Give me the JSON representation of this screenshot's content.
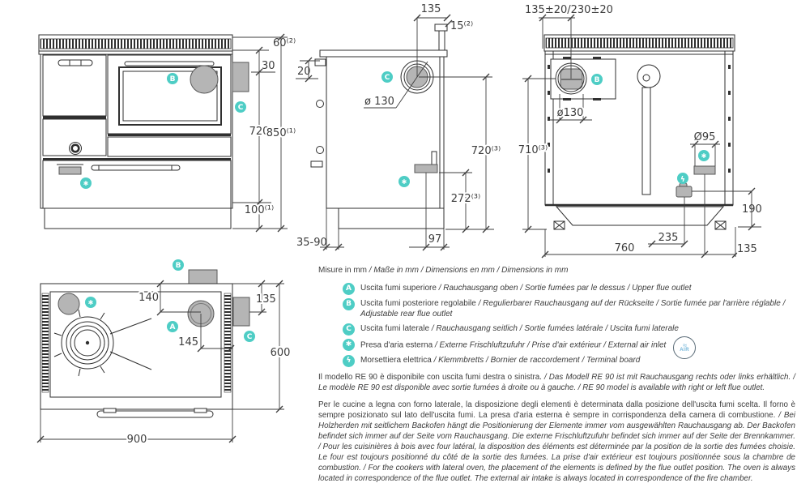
{
  "colors": {
    "badge": "#4ecdc5",
    "gray_fill": "#b5b5b5",
    "line": "#2f2f2f",
    "text": "#3c3c3c",
    "logo_blue": "#6fb3d8"
  },
  "badges": {
    "a": "A",
    "b": "B",
    "c": "C",
    "star": "✱",
    "bolt": "ϟ"
  },
  "views": {
    "front": {
      "dims": {
        "h60": "60⁽²⁾",
        "h30": "30",
        "h720": "720",
        "h850": "850⁽¹⁾",
        "h100": "100⁽¹⁾"
      }
    },
    "side": {
      "dims": {
        "w135": "135",
        "t15": "15⁽²⁾",
        "o20": "20",
        "flue": "ø 130",
        "h720": "720⁽³⁾",
        "h272": "272⁽³⁾",
        "recess": "35-90",
        "w97": "97"
      }
    },
    "back": {
      "dims": {
        "offset": "135±20/230±20",
        "flue": "ø130",
        "h710": "710⁽³⁾",
        "air": "Ø95",
        "h190": "190",
        "w235": "235",
        "w760": "760",
        "w135": "135"
      }
    },
    "top": {
      "dims": {
        "d140": "140",
        "d135": "135",
        "d145": "145",
        "d600": "600",
        "d900": "900"
      }
    }
  },
  "legend": {
    "units_it": "Misure in mm",
    "units_other": "/ Maße in mm / Dimensions en mm / Dimensions in mm",
    "items": [
      {
        "it": "Uscita fumi superiore",
        "other": "/ Rauchausgang oben / Sortie fumées par le dessus / Upper flue outlet"
      },
      {
        "it": "Uscita fumi posteriore regolabile",
        "other": "/ Regulierbarer Rauchausgang auf der Rückseite / Sortie fumée par l'arrière réglable / Adjustable rear flue outlet"
      },
      {
        "it": "Uscita fumi laterale",
        "other": "/ Rauchausgang seitlich / Sortie fumées latérale / Uscita fumi laterale"
      },
      {
        "it": "Presa d'aria esterna",
        "other": "/ Externe Frischluftzufuhr / Prise d'air extérieur / External air inlet"
      },
      {
        "it": "Morsettiera elettrica",
        "other": "/ Klemmbretts / Bornier de raccordement / Terminal board"
      }
    ],
    "logo": {
      "wave": "≈",
      "label": "AIR"
    }
  },
  "paragraphs": [
    {
      "it": "Il modello RE 90 è disponibile con uscita fumi destra o sinistra.",
      "other": "/ Das Modell RE 90 ist mit Rauchausgang rechts oder links erhältlich. / Le modèle RE 90 est disponible avec sortie fumées à droite ou à gauche. / RE 90 model is available with right or left flue outlet."
    },
    {
      "it": "Per le cucine a legna con forno laterale, la disposizione degli elementi è determinata dalla posizione dell'uscita fumi scelta. Il forno è sempre posizionato sul lato dell'uscita fumi. La presa d'aria esterna è sempre in corrispondenza della camera di combustione.",
      "other": "/ Bei Holzherden mit seitlichem Backofen hängt die Positionierung der Elemente immer vom ausgewählten Rauchausgang ab. Der Backofen befindet sich immer auf der Seite vom Rauchausgang. Die externe Frischluftzufuhr befindet sich immer auf der Seite der Brennkammer. / Pour les cuisinières à bois avec four latéral, la disposition des éléments est déterminée par la position de la sortie des fumées choisie. Le four est toujours positionné du côté de la sortie des fumées. La prise d'air extérieur est toujours positionnée sous la chambre de combustion. / For the cookers with lateral oven, the placement of the elements is defined by the flue outlet position. The oven is always located in correspondence of the flue outlet. The external air intake is always located in correspondence of the fire chamber."
    }
  ]
}
